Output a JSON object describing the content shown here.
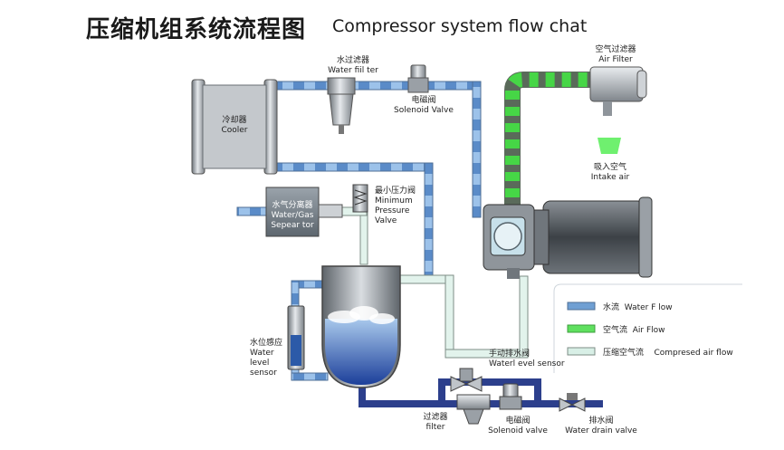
{
  "title": {
    "zh": "压缩机组系统流程图",
    "en": "Compressor system flow chat"
  },
  "labels": {
    "water_filter_zh": "水过滤器",
    "water_filter_en": "Water fiil ter",
    "solenoid_top_zh": "电磁阀",
    "solenoid_top_en": "Solenoid Valve",
    "air_filter_zh": "空气过滤器",
    "air_filter_en": "Air Filter",
    "cooler_zh": "冷却器",
    "cooler_en": "Cooler",
    "intake_zh": "吸入空气",
    "intake_en": "Intake air",
    "separator_zh": "水气分离器",
    "separator_en1": "Water/Gas",
    "separator_en2": "Sepear tor",
    "min_pressure_zh": "最小压力阀",
    "min_pressure_en1": "Minimum",
    "min_pressure_en2": "Pressure",
    "min_pressure_en3": "Valve",
    "level_zh": "水位感应",
    "level_en1": "Water",
    "level_en2": "level",
    "level_en3": "sensor",
    "manual_drain_zh": "手动排水阀",
    "manual_drain_en": "Waterl evel sensor",
    "filter_zh": "过滤器",
    "filter_en": "filter",
    "solenoid_bottom_zh": "电磁阀",
    "solenoid_bottom_en": "Solenoid valve",
    "drain_zh": "排水阀",
    "drain_en": "Water drain valve"
  },
  "legend": [
    {
      "zh": "水流",
      "en": "Water F low",
      "color": "#6f9fd3"
    },
    {
      "zh": "空气流",
      "en": "Air Flow",
      "color": "#5fe05f"
    },
    {
      "zh": "压缩空气流",
      "en": "Compresed air flow",
      "color": "#d8efe6"
    }
  ],
  "colors": {
    "water": "#6f9fd3",
    "water_dark": "#2c3f8c",
    "air": "#5fe05f",
    "compressed": "#d8efe6",
    "metal": "#8a8f94"
  }
}
